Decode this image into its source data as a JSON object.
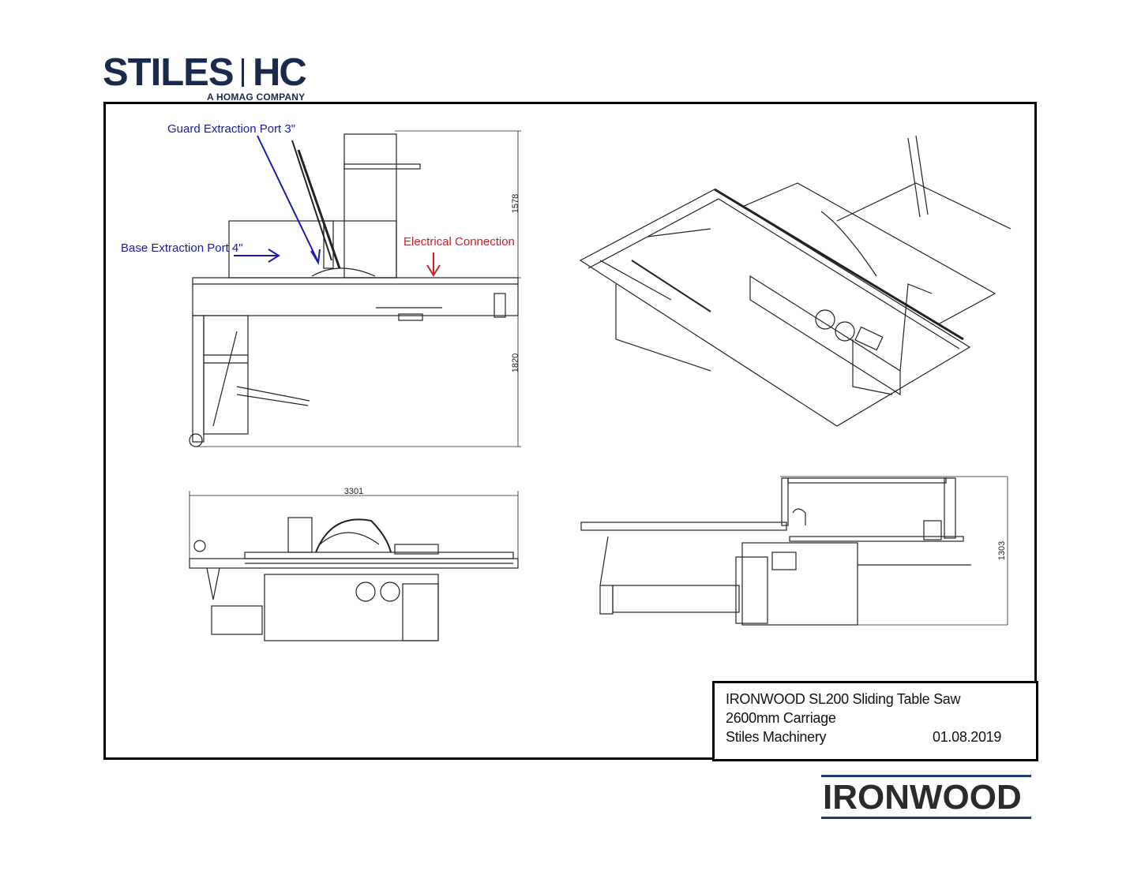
{
  "header": {
    "brand": "STILES",
    "brand_mark": "HC",
    "tagline": "A HOMAG COMPANY"
  },
  "annotations": {
    "guard_port": "Guard Extraction Port 3\"",
    "base_port": "Base Extraction Port 4\"",
    "electrical": "Electrical Connection"
  },
  "dimensions": {
    "top_height": "1578",
    "top_depth": "1820",
    "front_length": "3301",
    "side_height": "1303"
  },
  "title_block": {
    "line1": "IRONWOOD SL200 Sliding Table Saw",
    "line2": "2600mm Carriage",
    "line3": "Stiles Machinery",
    "date": "01.08.2019"
  },
  "footer": {
    "brand": "IRONWOOD"
  },
  "colors": {
    "brand_navy": "#1a2a4a",
    "annotation_blue": "#1a1aa8",
    "annotation_red": "#c8202a",
    "rule_blue": "#1d3e74"
  }
}
